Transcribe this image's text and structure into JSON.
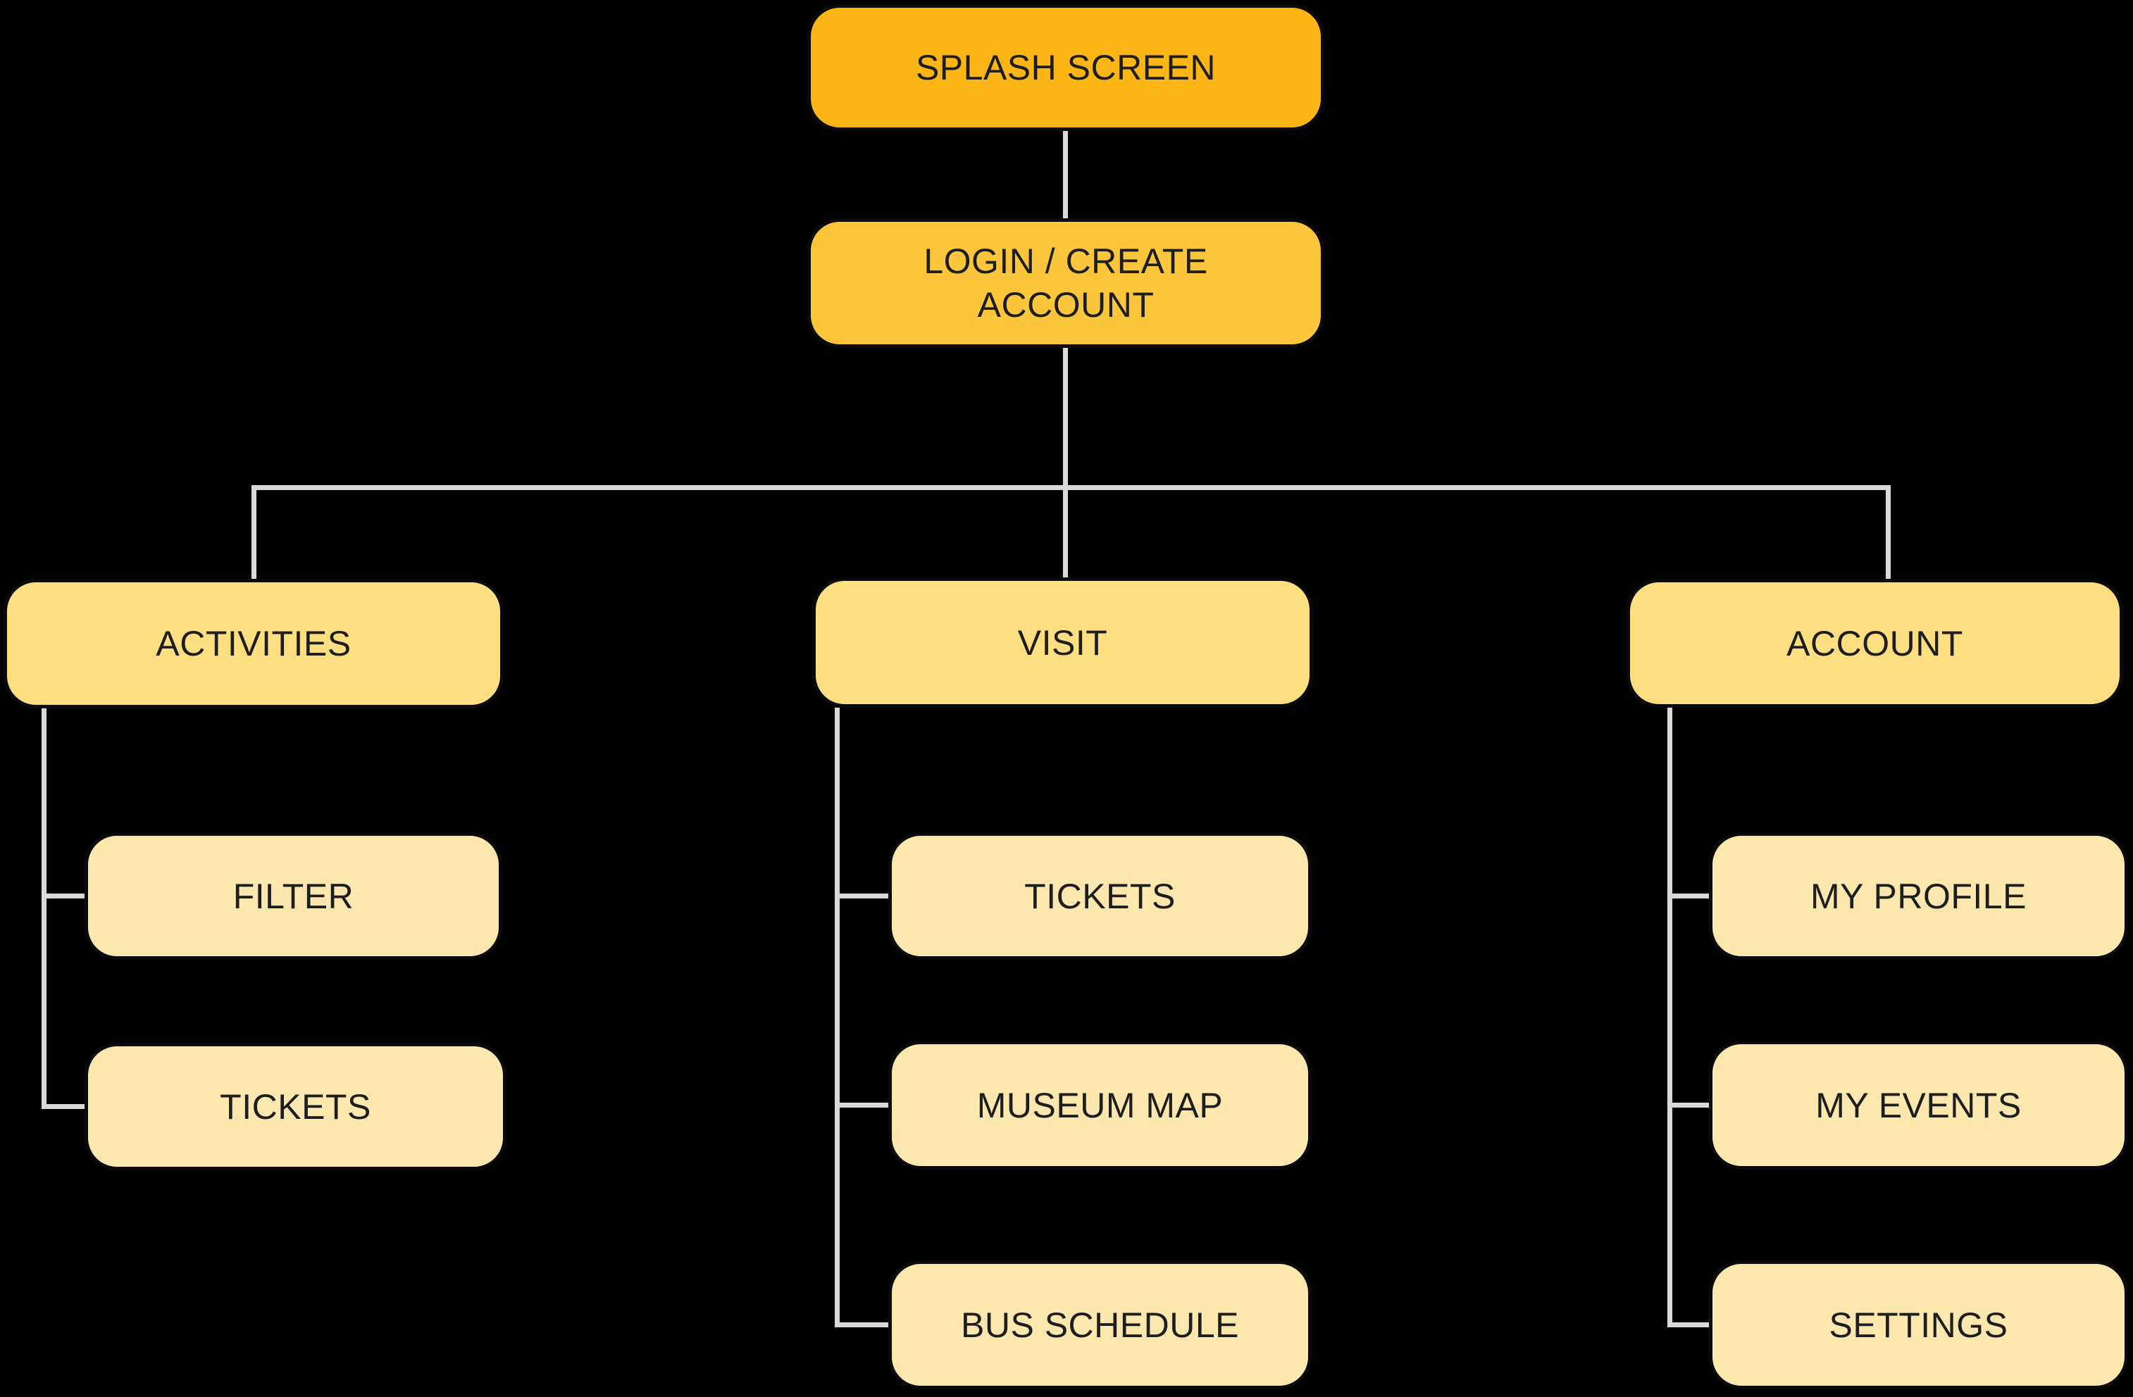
{
  "diagram": {
    "type": "app-screen-flowchart",
    "palette": {
      "level1": "#FBB515",
      "level2": "#FCC63C",
      "level3": "#FDDE81",
      "level4": "#FCE7AF",
      "connector": "#D9D9D9",
      "text": "#1E1E1E",
      "background": "#000000"
    },
    "nodes": {
      "splash": {
        "label": "SPLASH SCREEN"
      },
      "login": {
        "label": "LOGIN / CREATE ACCOUNT"
      },
      "activities": {
        "label": "ACTIVITIES"
      },
      "visit": {
        "label": "VISIT"
      },
      "account": {
        "label": "ACCOUNT"
      },
      "filter": {
        "label": "FILTER"
      },
      "tickets_activities": {
        "label": "TICKETS"
      },
      "tickets_visit": {
        "label": "TICKETS"
      },
      "museum_map": {
        "label": "MUSEUM MAP"
      },
      "bus_schedule": {
        "label": "BUS SCHEDULE"
      },
      "my_profile": {
        "label": "MY PROFILE"
      },
      "my_events": {
        "label": "MY EVENTS"
      },
      "settings": {
        "label": "SETTINGS"
      }
    },
    "edges": [
      [
        "SPLASH SCREEN",
        "LOGIN / CREATE ACCOUNT"
      ],
      [
        "LOGIN / CREATE ACCOUNT",
        "ACTIVITIES"
      ],
      [
        "LOGIN / CREATE ACCOUNT",
        "VISIT"
      ],
      [
        "LOGIN / CREATE ACCOUNT",
        "ACCOUNT"
      ],
      [
        "ACTIVITIES",
        "FILTER"
      ],
      [
        "ACTIVITIES",
        "TICKETS"
      ],
      [
        "VISIT",
        "TICKETS"
      ],
      [
        "VISIT",
        "MUSEUM MAP"
      ],
      [
        "VISIT",
        "BUS SCHEDULE"
      ],
      [
        "ACCOUNT",
        "MY PROFILE"
      ],
      [
        "ACCOUNT",
        "MY EVENTS"
      ],
      [
        "ACCOUNT",
        "SETTINGS"
      ]
    ]
  }
}
